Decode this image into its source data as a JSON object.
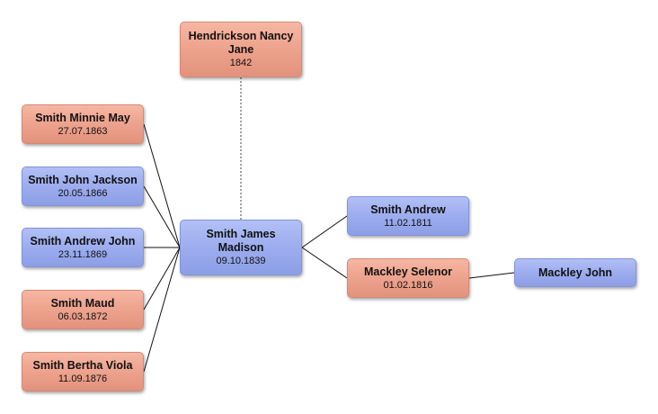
{
  "colors": {
    "female": "#eea48f",
    "male": "#9eaeef"
  },
  "spouse": {
    "name": "Hendrickson Nancy Jane",
    "date": "1842",
    "sex": "female"
  },
  "focus": {
    "name": "Smith James Madison",
    "date": "09.10.1839",
    "sex": "male"
  },
  "children": [
    {
      "name": "Smith Minnie May",
      "date": "27.07.1863",
      "sex": "female"
    },
    {
      "name": "Smith John Jackson",
      "date": "20.05.1866",
      "sex": "male"
    },
    {
      "name": "Smith Andrew John",
      "date": "23.11.1869",
      "sex": "male"
    },
    {
      "name": "Smith Maud",
      "date": "06.03.1872",
      "sex": "female"
    },
    {
      "name": "Smith Bertha Viola",
      "date": "11.09.1876",
      "sex": "female"
    }
  ],
  "parents": [
    {
      "name": "Smith Andrew",
      "date": "11.02.1811",
      "sex": "male"
    },
    {
      "name": "Mackley Selenor",
      "date": "01.02.1816",
      "sex": "female"
    }
  ],
  "grandparents": [
    {
      "name": "Mackley John",
      "date": "",
      "sex": "male"
    }
  ]
}
